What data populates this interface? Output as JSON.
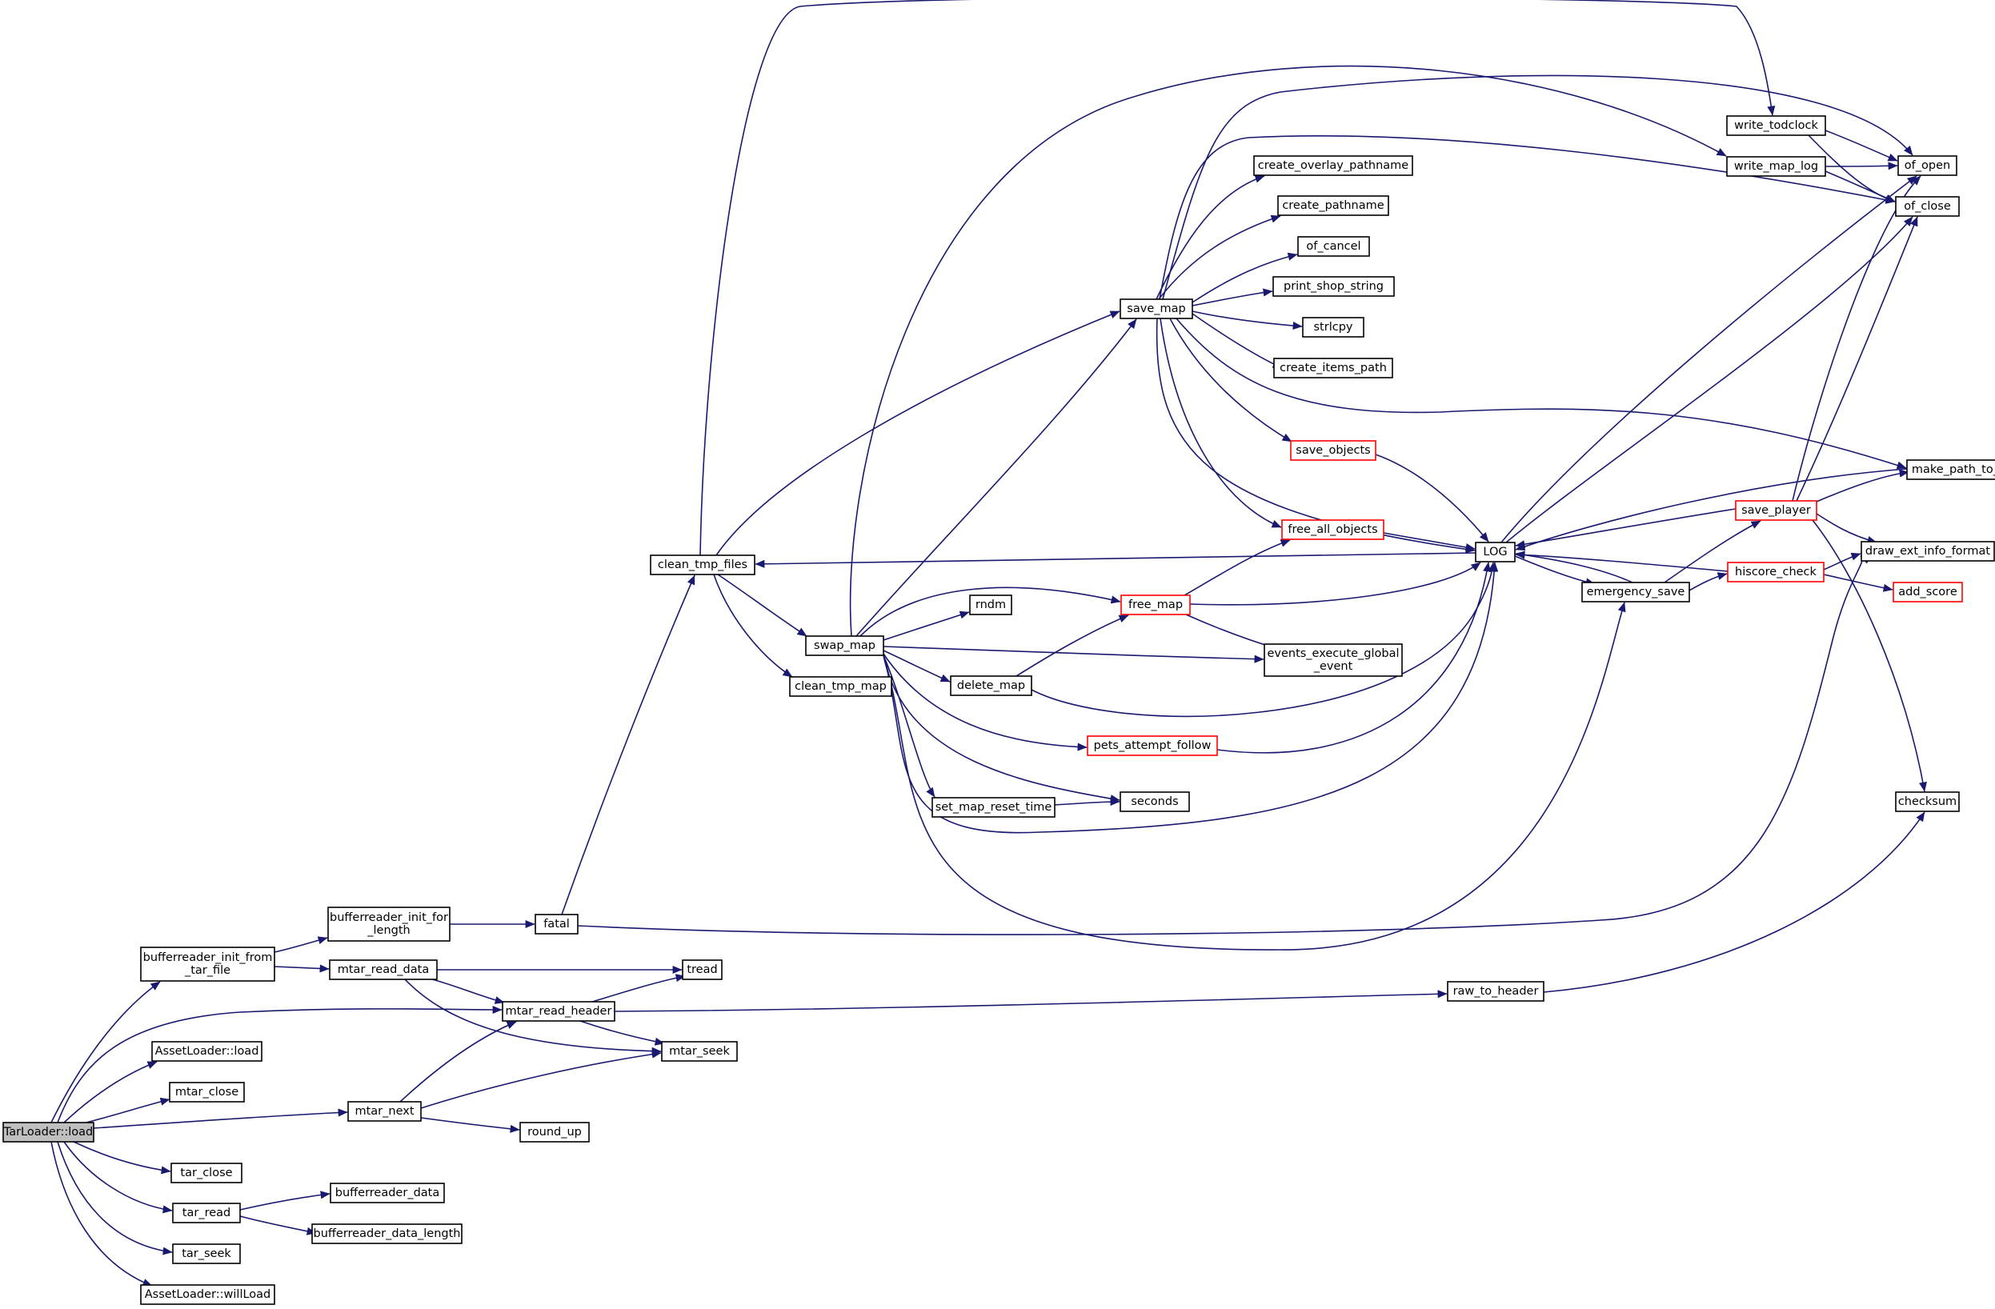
{
  "colors": {
    "edge": "#191970",
    "node_border": "#000000",
    "node_fill": "#ffffff",
    "root_fill": "#bfbfbf",
    "truncated_border": "#ff0000"
  },
  "nodes": [
    {
      "id": "tarloader_load",
      "lines": [
        "TarLoader::load"
      ],
      "style": "root"
    },
    {
      "id": "bufferreader_init_from_tar_file",
      "lines": [
        "bufferreader_init_from",
        "_tar_file"
      ],
      "style": "normal"
    },
    {
      "id": "bufferreader_init_for_length",
      "lines": [
        "bufferreader_init_for",
        "_length"
      ],
      "style": "normal"
    },
    {
      "id": "fatal",
      "lines": [
        "fatal"
      ],
      "style": "normal"
    },
    {
      "id": "clean_tmp_files",
      "lines": [
        "clean_tmp_files"
      ],
      "style": "normal"
    },
    {
      "id": "swap_map",
      "lines": [
        "swap_map"
      ],
      "style": "normal"
    },
    {
      "id": "clean_tmp_map",
      "lines": [
        "clean_tmp_map"
      ],
      "style": "normal"
    },
    {
      "id": "save_map",
      "lines": [
        "save_map"
      ],
      "style": "normal"
    },
    {
      "id": "create_overlay_pathname",
      "lines": [
        "create_overlay_pathname"
      ],
      "style": "normal"
    },
    {
      "id": "create_pathname",
      "lines": [
        "create_pathname"
      ],
      "style": "normal"
    },
    {
      "id": "of_cancel",
      "lines": [
        "of_cancel"
      ],
      "style": "normal"
    },
    {
      "id": "print_shop_string",
      "lines": [
        "print_shop_string"
      ],
      "style": "normal"
    },
    {
      "id": "strlcpy",
      "lines": [
        "strlcpy"
      ],
      "style": "normal"
    },
    {
      "id": "create_items_path",
      "lines": [
        "create_items_path"
      ],
      "style": "normal"
    },
    {
      "id": "save_objects",
      "lines": [
        "save_objects"
      ],
      "style": "truncated"
    },
    {
      "id": "free_all_objects",
      "lines": [
        "free_all_objects"
      ],
      "style": "truncated"
    },
    {
      "id": "log",
      "lines": [
        "LOG"
      ],
      "style": "normal"
    },
    {
      "id": "rndm",
      "lines": [
        "rndm"
      ],
      "style": "normal"
    },
    {
      "id": "free_map",
      "lines": [
        "free_map"
      ],
      "style": "truncated"
    },
    {
      "id": "events_execute_global_event",
      "lines": [
        "events_execute_global",
        "_event"
      ],
      "style": "normal"
    },
    {
      "id": "delete_map",
      "lines": [
        "delete_map"
      ],
      "style": "normal"
    },
    {
      "id": "pets_attempt_follow",
      "lines": [
        "pets_attempt_follow"
      ],
      "style": "truncated"
    },
    {
      "id": "set_map_reset_time",
      "lines": [
        "set_map_reset_time"
      ],
      "style": "normal"
    },
    {
      "id": "seconds",
      "lines": [
        "seconds"
      ],
      "style": "normal"
    },
    {
      "id": "write_todclock",
      "lines": [
        "write_todclock"
      ],
      "style": "normal"
    },
    {
      "id": "write_map_log",
      "lines": [
        "write_map_log"
      ],
      "style": "normal"
    },
    {
      "id": "of_open",
      "lines": [
        "of_open"
      ],
      "style": "normal"
    },
    {
      "id": "of_close",
      "lines": [
        "of_close"
      ],
      "style": "normal"
    },
    {
      "id": "make_path_to_file",
      "lines": [
        "make_path_to_file"
      ],
      "style": "normal"
    },
    {
      "id": "save_player",
      "lines": [
        "save_player"
      ],
      "style": "truncated"
    },
    {
      "id": "draw_ext_info_format",
      "lines": [
        "draw_ext_info_format"
      ],
      "style": "normal"
    },
    {
      "id": "hiscore_check",
      "lines": [
        "hiscore_check"
      ],
      "style": "truncated"
    },
    {
      "id": "add_score",
      "lines": [
        "add_score"
      ],
      "style": "truncated"
    },
    {
      "id": "emergency_save",
      "lines": [
        "emergency_save"
      ],
      "style": "normal"
    },
    {
      "id": "checksum",
      "lines": [
        "checksum"
      ],
      "style": "normal"
    },
    {
      "id": "mtar_read_data",
      "lines": [
        "mtar_read_data"
      ],
      "style": "normal"
    },
    {
      "id": "tread",
      "lines": [
        "tread"
      ],
      "style": "normal"
    },
    {
      "id": "mtar_read_header",
      "lines": [
        "mtar_read_header"
      ],
      "style": "normal"
    },
    {
      "id": "raw_to_header",
      "lines": [
        "raw_to_header"
      ],
      "style": "normal"
    },
    {
      "id": "mtar_seek",
      "lines": [
        "mtar_seek"
      ],
      "style": "normal"
    },
    {
      "id": "assetloader_load",
      "lines": [
        "AssetLoader::load"
      ],
      "style": "normal"
    },
    {
      "id": "mtar_close",
      "lines": [
        "mtar_close"
      ],
      "style": "normal"
    },
    {
      "id": "mtar_next",
      "lines": [
        "mtar_next"
      ],
      "style": "normal"
    },
    {
      "id": "round_up",
      "lines": [
        "round_up"
      ],
      "style": "normal"
    },
    {
      "id": "tar_close",
      "lines": [
        "tar_close"
      ],
      "style": "normal"
    },
    {
      "id": "tar_read",
      "lines": [
        "tar_read"
      ],
      "style": "normal"
    },
    {
      "id": "bufferreader_data",
      "lines": [
        "bufferreader_data"
      ],
      "style": "normal"
    },
    {
      "id": "bufferreader_data_length",
      "lines": [
        "bufferreader_data_length"
      ],
      "style": "normal"
    },
    {
      "id": "tar_seek",
      "lines": [
        "tar_seek"
      ],
      "style": "normal"
    },
    {
      "id": "assetloader_willload",
      "lines": [
        "AssetLoader::willLoad"
      ],
      "style": "normal"
    }
  ],
  "edges": [
    {
      "from": "tarloader_load",
      "to": "bufferreader_init_from_tar_file"
    },
    {
      "from": "tarloader_load",
      "to": "mtar_read_header"
    },
    {
      "from": "tarloader_load",
      "to": "assetloader_load"
    },
    {
      "from": "tarloader_load",
      "to": "mtar_close"
    },
    {
      "from": "tarloader_load",
      "to": "mtar_next"
    },
    {
      "from": "tarloader_load",
      "to": "tar_close"
    },
    {
      "from": "tarloader_load",
      "to": "tar_read"
    },
    {
      "from": "tarloader_load",
      "to": "tar_seek"
    },
    {
      "from": "tarloader_load",
      "to": "assetloader_willload"
    },
    {
      "from": "bufferreader_init_from_tar_file",
      "to": "bufferreader_init_for_length"
    },
    {
      "from": "bufferreader_init_from_tar_file",
      "to": "mtar_read_data"
    },
    {
      "from": "bufferreader_init_for_length",
      "to": "fatal"
    },
    {
      "from": "fatal",
      "to": "clean_tmp_files"
    },
    {
      "from": "fatal",
      "to": "draw_ext_info_format"
    },
    {
      "from": "clean_tmp_files",
      "to": "write_todclock"
    },
    {
      "from": "clean_tmp_files",
      "to": "save_map"
    },
    {
      "from": "clean_tmp_files",
      "to": "swap_map"
    },
    {
      "from": "clean_tmp_files",
      "to": "clean_tmp_map"
    },
    {
      "from": "swap_map",
      "to": "save_map"
    },
    {
      "from": "swap_map",
      "to": "write_map_log"
    },
    {
      "from": "swap_map",
      "to": "rndm"
    },
    {
      "from": "swap_map",
      "to": "free_map"
    },
    {
      "from": "swap_map",
      "to": "events_execute_global_event"
    },
    {
      "from": "swap_map",
      "to": "delete_map"
    },
    {
      "from": "swap_map",
      "to": "pets_attempt_follow"
    },
    {
      "from": "swap_map",
      "to": "set_map_reset_time"
    },
    {
      "from": "swap_map",
      "to": "seconds"
    },
    {
      "from": "swap_map",
      "to": "log"
    },
    {
      "from": "swap_map",
      "to": "emergency_save"
    },
    {
      "from": "save_map",
      "to": "create_overlay_pathname"
    },
    {
      "from": "save_map",
      "to": "create_pathname"
    },
    {
      "from": "save_map",
      "to": "of_cancel"
    },
    {
      "from": "save_map",
      "to": "print_shop_string"
    },
    {
      "from": "save_map",
      "to": "strlcpy"
    },
    {
      "from": "save_map",
      "to": "create_items_path"
    },
    {
      "from": "save_map",
      "to": "save_objects"
    },
    {
      "from": "save_map",
      "to": "free_all_objects"
    },
    {
      "from": "save_map",
      "to": "log"
    },
    {
      "from": "save_map",
      "to": "of_open"
    },
    {
      "from": "save_map",
      "to": "of_close"
    },
    {
      "from": "save_map",
      "to": "make_path_to_file"
    },
    {
      "from": "save_objects",
      "to": "log"
    },
    {
      "from": "free_all_objects",
      "to": "log"
    },
    {
      "from": "free_map",
      "to": "free_all_objects"
    },
    {
      "from": "free_map",
      "to": "log"
    },
    {
      "from": "free_map",
      "to": "events_execute_global_event"
    },
    {
      "from": "delete_map",
      "to": "free_map"
    },
    {
      "from": "delete_map",
      "to": "log"
    },
    {
      "from": "pets_attempt_follow",
      "to": "log"
    },
    {
      "from": "set_map_reset_time",
      "to": "seconds"
    },
    {
      "from": "log",
      "to": "clean_tmp_files"
    },
    {
      "from": "log",
      "to": "of_open"
    },
    {
      "from": "log",
      "to": "of_close"
    },
    {
      "from": "log",
      "to": "emergency_save"
    },
    {
      "from": "emergency_save",
      "to": "log"
    },
    {
      "from": "emergency_save",
      "to": "save_player"
    },
    {
      "from": "emergency_save",
      "to": "hiscore_check"
    },
    {
      "from": "write_todclock",
      "to": "of_open"
    },
    {
      "from": "write_todclock",
      "to": "of_close"
    },
    {
      "from": "write_map_log",
      "to": "of_open"
    },
    {
      "from": "write_map_log",
      "to": "of_close"
    },
    {
      "from": "make_path_to_file",
      "to": "log"
    },
    {
      "from": "save_player",
      "to": "of_open"
    },
    {
      "from": "save_player",
      "to": "of_close"
    },
    {
      "from": "save_player",
      "to": "make_path_to_file"
    },
    {
      "from": "save_player",
      "to": "log"
    },
    {
      "from": "save_player",
      "to": "draw_ext_info_format"
    },
    {
      "from": "save_player",
      "to": "checksum"
    },
    {
      "from": "hiscore_check",
      "to": "log"
    },
    {
      "from": "hiscore_check",
      "to": "draw_ext_info_format"
    },
    {
      "from": "hiscore_check",
      "to": "add_score"
    },
    {
      "from": "mtar_read_data",
      "to": "tread"
    },
    {
      "from": "mtar_read_data",
      "to": "mtar_read_header"
    },
    {
      "from": "mtar_read_data",
      "to": "mtar_seek"
    },
    {
      "from": "mtar_read_header",
      "to": "tread"
    },
    {
      "from": "mtar_read_header",
      "to": "raw_to_header"
    },
    {
      "from": "mtar_read_header",
      "to": "mtar_seek"
    },
    {
      "from": "raw_to_header",
      "to": "checksum"
    },
    {
      "from": "mtar_next",
      "to": "mtar_read_header"
    },
    {
      "from": "mtar_next",
      "to": "mtar_seek"
    },
    {
      "from": "mtar_next",
      "to": "round_up"
    },
    {
      "from": "tar_read",
      "to": "bufferreader_data"
    },
    {
      "from": "tar_read",
      "to": "bufferreader_data_length"
    }
  ]
}
